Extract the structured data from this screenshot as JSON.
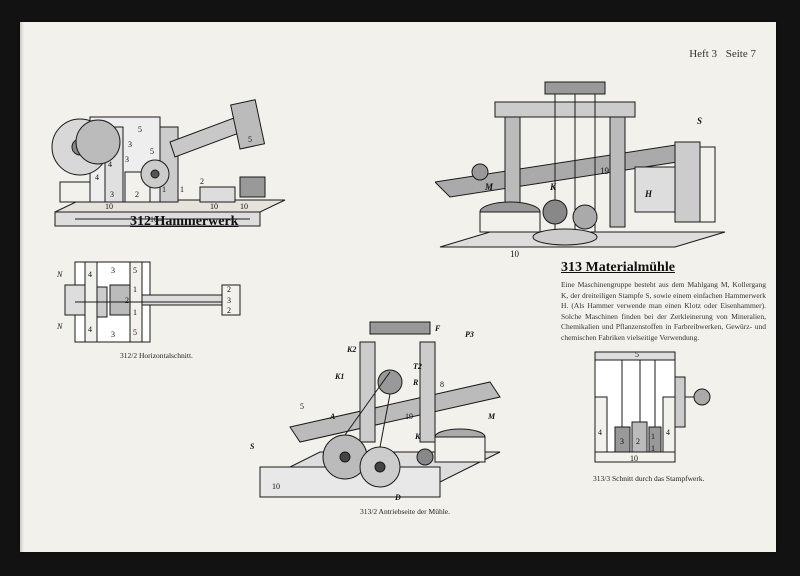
{
  "header": {
    "issue": "Heft 3",
    "page": "Seite 7"
  },
  "fig312": {
    "title": "312 Hammerwerk",
    "labels": [
      "5",
      "3",
      "5",
      "4",
      "4",
      "3",
      "3",
      "2",
      "1",
      "1",
      "10",
      "10",
      "10",
      "10",
      "2",
      "5"
    ]
  },
  "fig312_2": {
    "caption": "312/2 Horizontalschnitt.",
    "labels": [
      "N",
      "N",
      "3",
      "3",
      "5",
      "5",
      "2",
      "3",
      "2",
      "2",
      "1",
      "1",
      "4",
      "4"
    ]
  },
  "fig313": {
    "title": "313 Materialmühle",
    "labels": [
      "S",
      "M",
      "K",
      "H",
      "10",
      "19"
    ],
    "description": "Eine Maschinengruppe besteht aus dem Mahlgang M, Kollergang K, der dreiteiligen Stampfe S, sowie einem einfachen Hammerwerk H. (Als Hammer verwende man einen Klotz oder Eisenhammer). Solche Maschinen finden bei der Zerkleinerung von Mineralien, Chemikalien und Pflanzenstoffen in Farbreibwerken, Gewürz- und chemischen Fabriken vielseitige Verwendung."
  },
  "fig313_2": {
    "caption": "313/2 Antriebseite der Mühle.",
    "labels": [
      "K2",
      "F",
      "P3",
      "K1",
      "T2",
      "R",
      "S",
      "A",
      "M",
      "K",
      "D",
      "10",
      "5",
      "19",
      "8"
    ]
  },
  "fig313_3": {
    "caption": "313/3 Schnitt durch das Stampfwerk.",
    "labels": [
      "5",
      "4",
      "4",
      "3",
      "2",
      "1",
      "1",
      "10"
    ]
  }
}
